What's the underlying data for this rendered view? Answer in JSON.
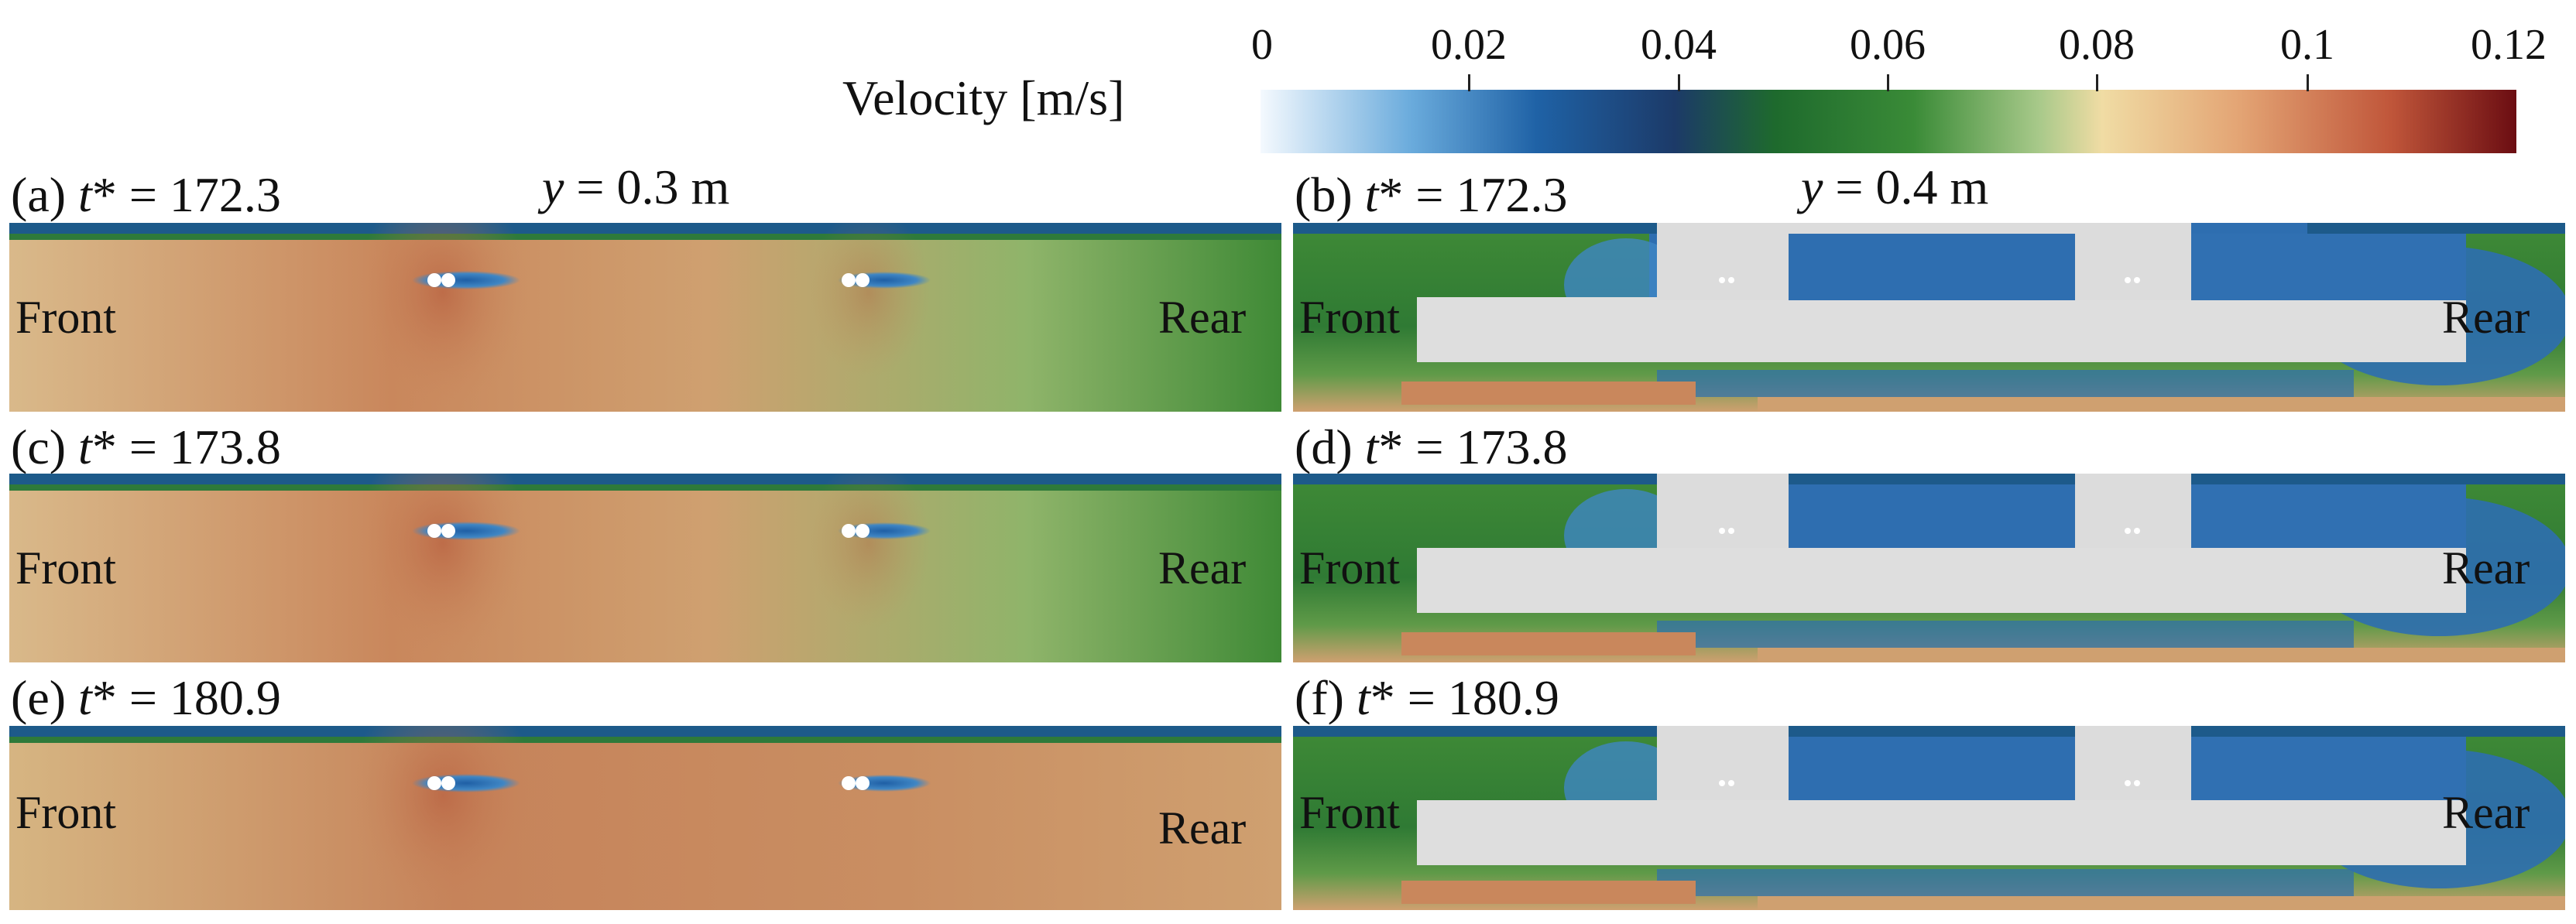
{
  "colorbar": {
    "title": "Velocity [m/s]",
    "ticks": [
      "0",
      "0.02",
      "0.04",
      "0.06",
      "0.08",
      "0.1",
      "0.12"
    ],
    "range": [
      0,
      0.12
    ],
    "colors": [
      "#f4f9fe",
      "#5aa0d4",
      "#1c64a8",
      "#1d3f6e",
      "#1f6e2c",
      "#3d8f3a",
      "#9cc27a",
      "#f0dca0",
      "#e6a070",
      "#c2553a",
      "#6e0f0f"
    ]
  },
  "panels": [
    {
      "label_prefix": "(a) ",
      "t_symbol": "t",
      "t_rest": "* = 172.3",
      "section_symbol": "y",
      "section_rest": " = 0.3 m",
      "front": "Front",
      "rear": "Rear"
    },
    {
      "label_prefix": "(b) ",
      "t_symbol": "t",
      "t_rest": "* = 172.3",
      "section_symbol": "y",
      "section_rest": " = 0.4 m",
      "front": "Front",
      "rear": "Rear"
    },
    {
      "label_prefix": "(c) ",
      "t_symbol": "t",
      "t_rest": "* = 173.8",
      "front": "Front",
      "rear": "Rear"
    },
    {
      "label_prefix": "(d) ",
      "t_symbol": "t",
      "t_rest": "* = 173.8",
      "front": "Front",
      "rear": "Rear"
    },
    {
      "label_prefix": "(e) ",
      "t_symbol": "t",
      "t_rest": "* = 180.9",
      "front": "Front",
      "rear": "Rear"
    },
    {
      "label_prefix": "(f) ",
      "t_symbol": "t",
      "t_rest": "* = 180.9",
      "front": "Front",
      "rear": "Rear"
    }
  ],
  "field_colors": {
    "high": "#c98a5c",
    "mid": "#d8b07e",
    "green": "#4f8f3a",
    "dark_green": "#2e6e2a",
    "blue": "#2d6fb0",
    "light_blue": "#8cc0e6",
    "body_gray": "#dedede"
  }
}
